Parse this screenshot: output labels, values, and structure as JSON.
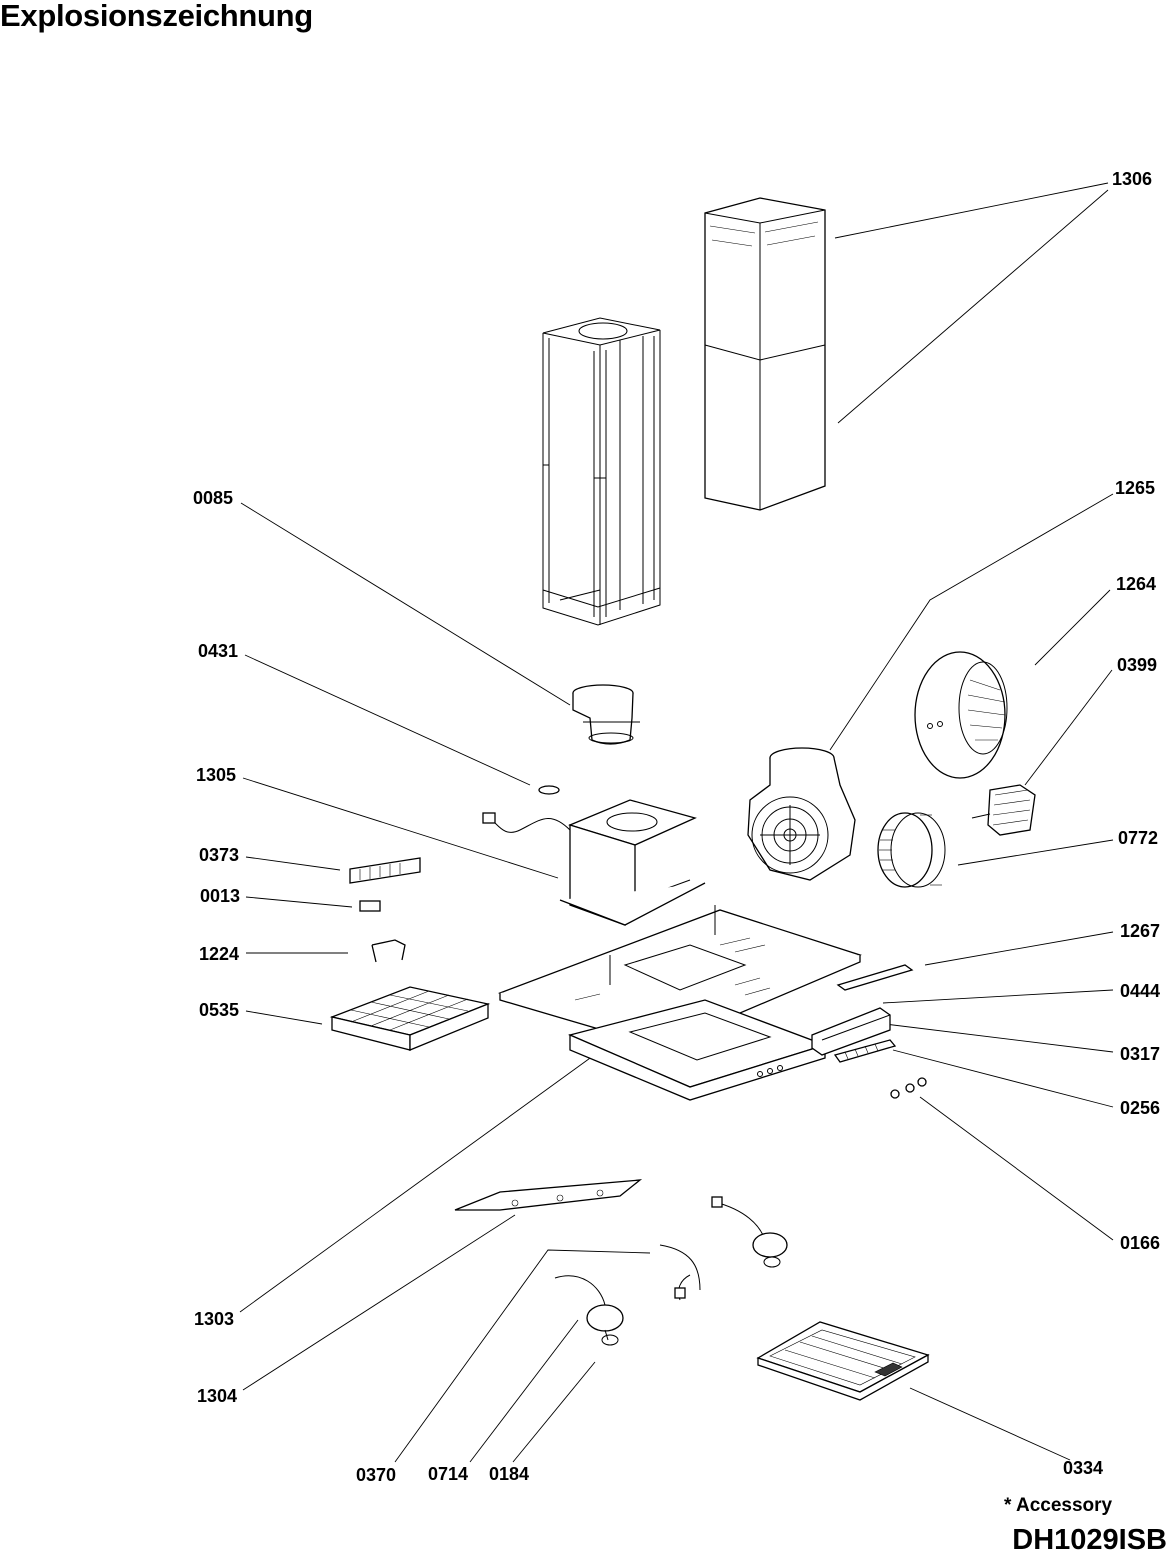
{
  "title": "Explosionszeichnung",
  "model": "DH1029ISB",
  "accessory_note": "* Accessory",
  "labels": {
    "p1306": "1306",
    "p1265": "1265",
    "p0085": "0085",
    "p1264": "1264",
    "p0399": "0399",
    "p0431": "0431",
    "p1305": "1305",
    "p0772": "0772",
    "p0373": "0373",
    "p0013": "0013",
    "p1267": "1267",
    "p1224": "1224",
    "p0444": "0444",
    "p0535": "0535",
    "p0317": "0317",
    "p0256": "0256",
    "p0166": "0166",
    "p1303": "1303",
    "p1304": "1304",
    "p0334": "0334",
    "p0370": "0370",
    "p0714": "0714",
    "p0184": "0184"
  }
}
